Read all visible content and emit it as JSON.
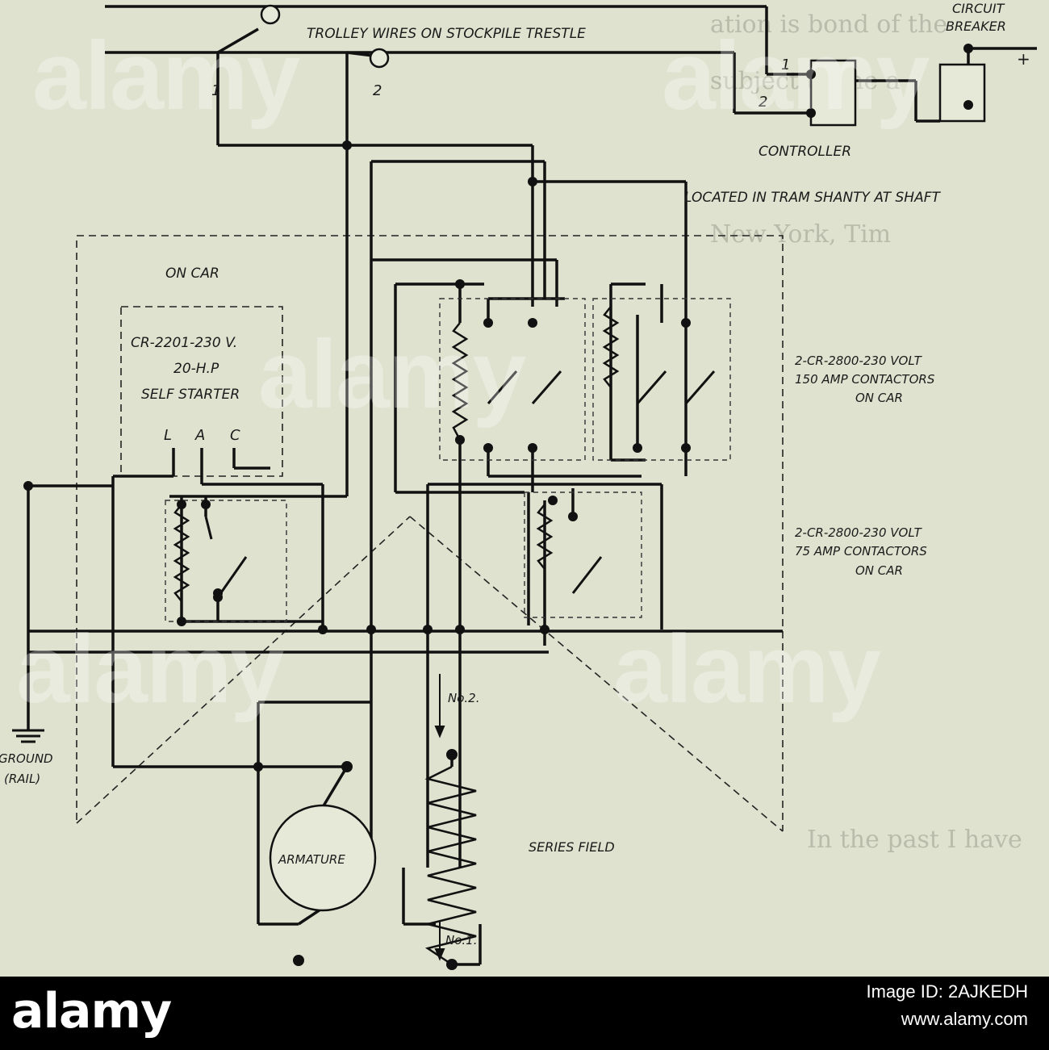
{
  "diagram": {
    "labels": {
      "circuit_breaker_1": "CIRCUIT",
      "circuit_breaker_2": "BREAKER",
      "plus": "+",
      "trolley": "TROLLEY WIRES ON STOCKPILE TRESTLE",
      "wire1_top": "1",
      "wire2_top": "2",
      "wire1_bottom": "1",
      "wire2_bottom": "2",
      "controller": "CONTROLLER",
      "located": "LOCATED IN TRAM SHANTY AT SHAFT",
      "on_car": "ON CAR",
      "starter_1": "CR-2201-230 V.",
      "starter_2": "20-H.P",
      "starter_3": "SELF STARTER",
      "terminal_l": "L",
      "terminal_a": "A",
      "terminal_c": "C",
      "contactor150_1": "2-CR-2800-230 VOLT",
      "contactor150_2": "150 AMP CONTACTORS",
      "contactor150_3": "ON CAR",
      "contactor75_1": "2-CR-2800-230 VOLT",
      "contactor75_2": "75 AMP CONTACTORS",
      "contactor75_3": "ON CAR",
      "ground_1": "GROUND",
      "ground_2": "(RAIL)",
      "no2": "No.2.",
      "no1": "No.1.",
      "series_field": "SERIES FIELD",
      "armature": "ARMATURE"
    }
  },
  "watermark": "alamy",
  "footer": {
    "logo": "alamy",
    "image_id": "Image ID: 2AJKEDH",
    "url": "www.alamy.com"
  }
}
